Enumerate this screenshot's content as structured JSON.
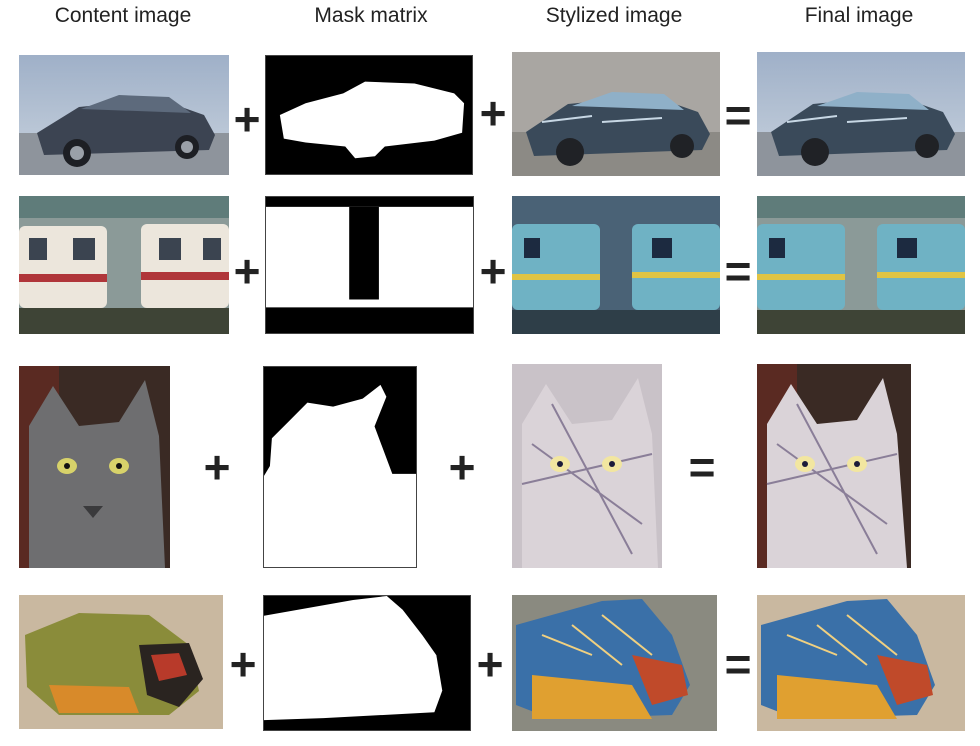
{
  "headers": {
    "content": "Content image",
    "mask": "Mask matrix",
    "stylized": "Stylized image",
    "final": "Final image"
  },
  "operators": {
    "plus": "+",
    "equals": "="
  },
  "rows": [
    {
      "subject": "car"
    },
    {
      "subject": "train"
    },
    {
      "subject": "cat"
    },
    {
      "subject": "bird"
    }
  ]
}
